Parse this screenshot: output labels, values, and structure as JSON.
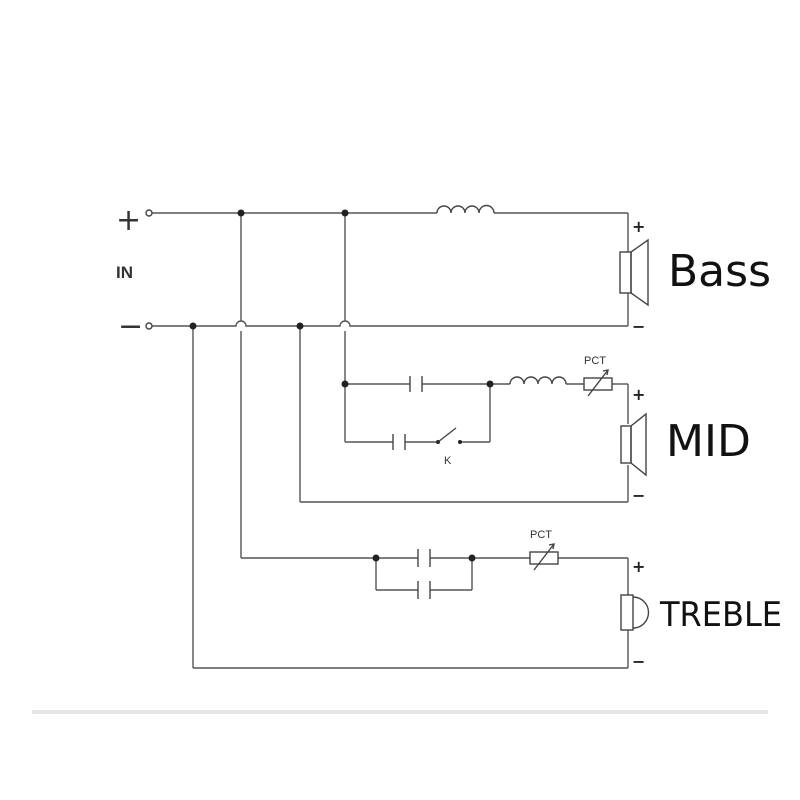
{
  "input": {
    "label": "IN",
    "plus": "+",
    "minus": "−"
  },
  "drivers": {
    "bass": {
      "label": "Bass",
      "plus": "+",
      "minus": "−"
    },
    "mid": {
      "label": "MID",
      "plus": "+",
      "minus": "−"
    },
    "treble": {
      "label": "TREBLE",
      "plus": "+",
      "minus": "−"
    }
  },
  "components": {
    "mid_pct": "PCT",
    "mid_switch": "K",
    "treble_pct": "PCT"
  },
  "colors": {
    "wire": "#555555",
    "text": "#111111",
    "background": "#ffffff"
  }
}
